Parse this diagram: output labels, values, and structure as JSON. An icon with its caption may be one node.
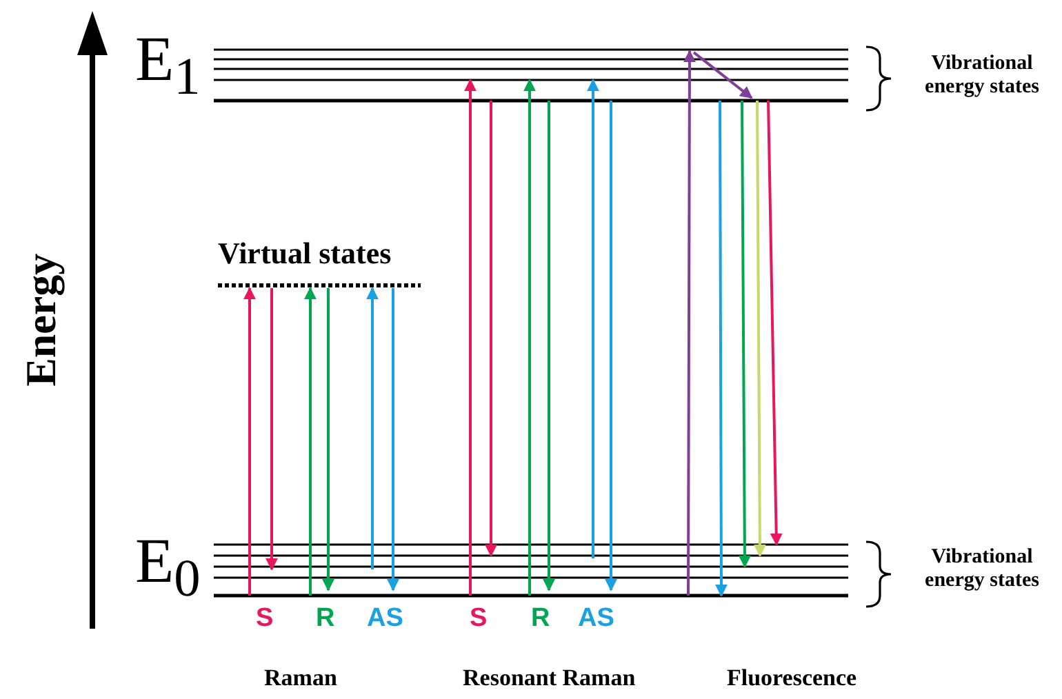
{
  "diagram": {
    "labels": [
      "E$_{1}$",
      "Vibrational energy states",
      "Energy",
      "Virtual states",
      "E$_{0}$",
      "Vibrational energy states",
      "S",
      "R",
      "AS",
      "S",
      "R",
      "AS",
      "Raman",
      "Resonant Raman",
      "Fluorescence"
    ]
  }
}
